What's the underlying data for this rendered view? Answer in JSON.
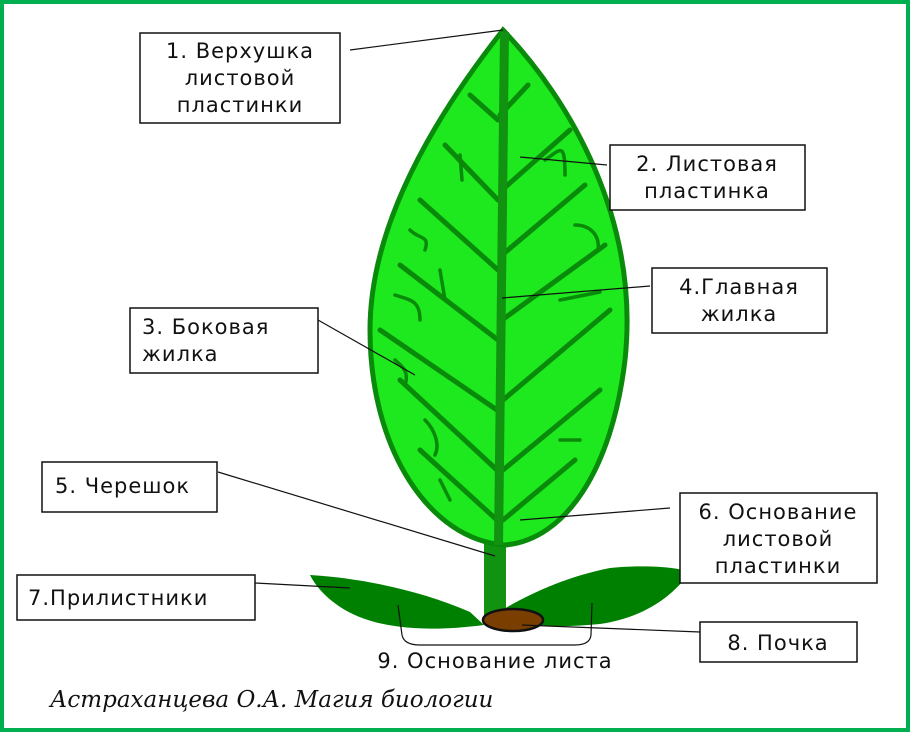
{
  "colors": {
    "frame": "#00b050",
    "leaf_fill": "#1ee81e",
    "leaf_outline": "#0a8a0a",
    "stem": "#119311",
    "stipule": "#008000",
    "bud": "#7a3f00"
  },
  "labels": {
    "apex": [
      "1. Верхушка",
      "листовой",
      "пластинки"
    ],
    "blade": [
      "2. Листовая",
      "пластинка"
    ],
    "lateral_vein": [
      "3. Боковая",
      "жилка"
    ],
    "main_vein": [
      "4.Главная",
      "жилка"
    ],
    "petiole": [
      "5. Черешок"
    ],
    "blade_base": [
      "6. Основание",
      "листовой",
      "пластинки"
    ],
    "stipules": [
      "7.Прилистники"
    ],
    "bud": [
      "8. Почка"
    ],
    "leaf_base": "9. Основание листа"
  },
  "author": "Астраханцева О.А. Магия биологии"
}
